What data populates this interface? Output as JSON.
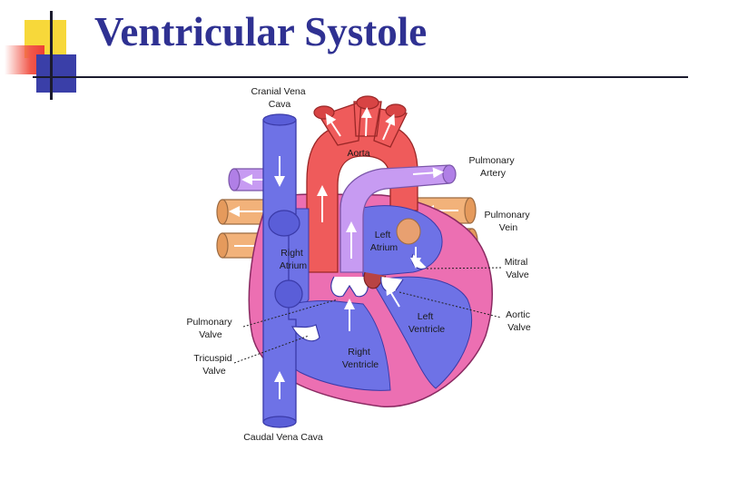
{
  "slide": {
    "title": "Ventricular Systole"
  },
  "labels": {
    "cranial_vena_cava": [
      "Cranial Vena",
      "Cava"
    ],
    "aorta": "Aorta",
    "pulmonary_artery": [
      "Pulmonary",
      "Artery"
    ],
    "pulmonary_vein": [
      "Pulmonary",
      "Vein"
    ],
    "left_atrium": [
      "Left",
      "Atrium"
    ],
    "right_atrium": [
      "Right",
      "Atrium"
    ],
    "mitral_valve": [
      "Mitral",
      "Valve"
    ],
    "pulmonary_valve": [
      "Pulmonary",
      "Valve"
    ],
    "aortic_valve": [
      "Aortic",
      "Valve"
    ],
    "left_ventricle": [
      "Left",
      "Ventricle"
    ],
    "tricuspid_valve": [
      "Tricuspid",
      "Valve"
    ],
    "right_ventricle": [
      "Right",
      "Ventricle"
    ],
    "caudal_vena_cava": "Caudal Vena Cava"
  },
  "colors": {
    "title": "#2f3192",
    "deoxygenated": "#6e72e6",
    "oxygenated": "#ef5b5b",
    "heart_wall": "#ec6fb2",
    "pulmonary_artery": "#c79bf2",
    "pulmonary_vein": "#f2b27a"
  }
}
